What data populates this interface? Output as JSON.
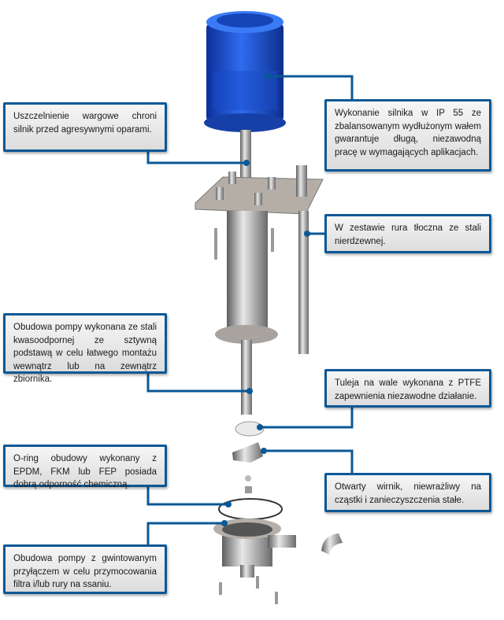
{
  "callouts": {
    "lip_seal": "Uszczelnienie wargowe chroni silnik przed agresywnymi oparami.",
    "motor": "Wykonanie silnika w IP 55 ze zbalansowanym wydłużonym wałem gwarantuje długą, niezawodną pracę w wymagających aplikacjach.",
    "discharge_pipe": "W zestawie rura tłoczna ze stali nierdzewnej.",
    "pump_casing_steel": "Obudowa pompy wykonana ze stali kwasoodpornej ze sztywną podstawą w celu łatwego montażu wewnątrz lub na zewnątrz zbiornika.",
    "shaft_sleeve": "Tuleja na wale wykonana z PTFE zapewnienia niezawodne działanie.",
    "o_ring": "O-ring obudowy wykonany z EPDM, FKM lub FEP posiada dobrą odporność chemiczną.",
    "impeller": "Otwarty wirnik, niewrażliwy na cząstki i zanieczyszczenia stałe.",
    "pump_casing_threaded": "Obudowa pompy z gwintowanym przyłączem w celu przymocowania filtra i/lub rury na ssaniu."
  },
  "colors": {
    "accent": "#0b5896",
    "motor": "#1f5bd6",
    "steel": "#a9a9a9"
  }
}
